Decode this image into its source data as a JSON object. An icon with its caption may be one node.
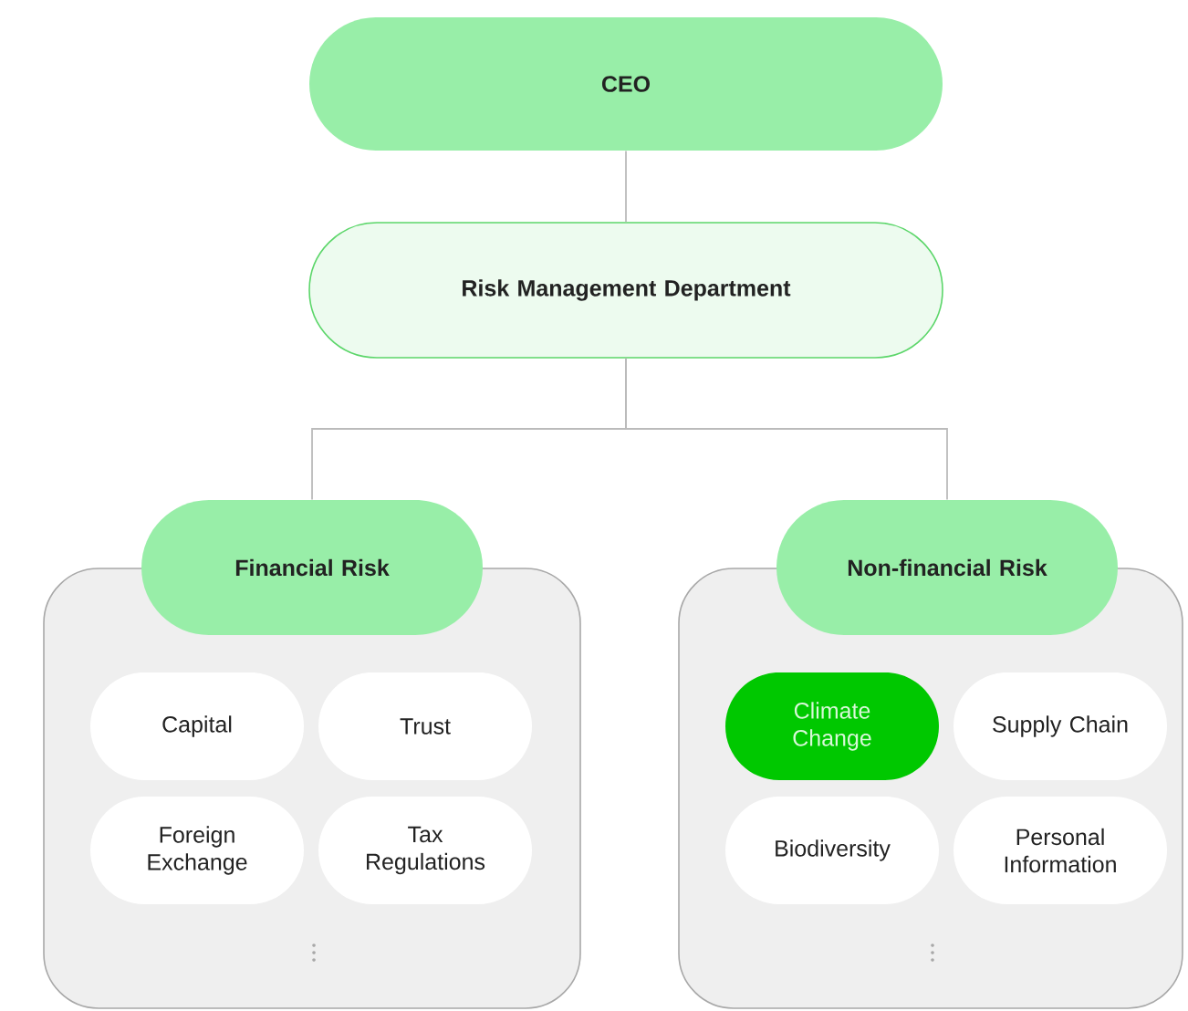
{
  "diagram": {
    "nodes": [
      {
        "text": [
          "CEO"
        ]
      },
      {
        "text": [
          "Risk Management Department"
        ]
      },
      {
        "text": [
          "Financial Risk"
        ]
      },
      {
        "text": [],
        "shape": "box"
      },
      {
        "text": [
          "Capital"
        ],
        "in": 3
      },
      {
        "text": [
          "Trust"
        ],
        "in": 3
      },
      {
        "text": [
          "Foreign Exchange"
        ],
        "in": 3
      },
      {
        "text": [
          "Tax Regulations"
        ],
        "in": 3
      },
      {
        "text": [
          "Non-financial Risk"
        ]
      },
      {
        "text": [],
        "shape": "box"
      },
      {
        "text": [
          "Climate Change"
        ],
        "in": 9
      },
      {
        "text": [
          "Supply Chain"
        ],
        "in": 9
      },
      {
        "text": [
          "Biodiversity"
        ],
        "in": 9
      },
      {
        "text": [
          "Personal Information"
        ],
        "in": 9
      }
    ],
    "edges": [
      {
        "from": 0,
        "to": 1,
        "arrow": "none"
      },
      {
        "from": 1,
        "to": 2,
        "arrow": "none"
      },
      {
        "from": 1,
        "to": 8,
        "arrow": "none"
      }
    ]
  }
}
